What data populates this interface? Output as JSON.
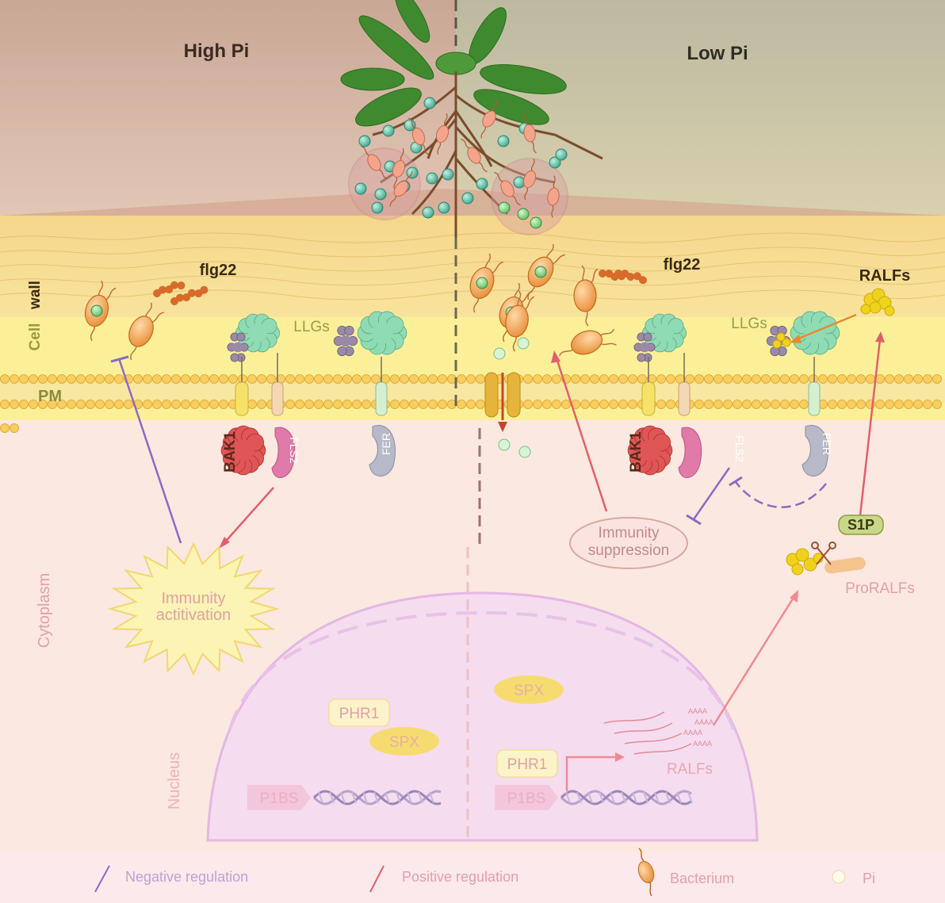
{
  "headers": {
    "high": "High Pi",
    "low": "Low Pi"
  },
  "layers": {
    "cell_wall_1": "Cell",
    "cell_wall_2": "wall",
    "pm": "PM",
    "cytoplasm": "Cytoplasm",
    "nucleus": "Nucleus"
  },
  "molecules": {
    "flg22_left": "flg22",
    "flg22_right": "flg22",
    "ralfs_top": "RALFs",
    "llgs_left": "LLGs",
    "llgs_right": "LLGs",
    "bak1_left": "BAK1",
    "fls2_left": "FLS2",
    "fer_left": "FER",
    "bak1_right": "BAK1",
    "fls2_right": "FLS2",
    "fer_right": "FER",
    "s1p": "S1P",
    "proralfs": "ProRALFs"
  },
  "processes": {
    "immunity_activation_1": "Immunity",
    "immunity_activation_2": "actitivation",
    "immunity_suppression_1": "Immunity",
    "immunity_suppression_2": "suppression"
  },
  "nucleus": {
    "phr1_left": "PHR1",
    "spx_left": "SPX",
    "p1bs_left": "P1BS",
    "spx_right": "SPX",
    "phr1_right": "PHR1",
    "p1bs_right": "P1BS",
    "polya": [
      "AAAA",
      "AAAA",
      "AAAA",
      "AAAA"
    ],
    "ralfs": "RALFs"
  },
  "legend": {
    "negative": "Negative regulation",
    "positive": "Positive regulation",
    "bacterium": "Bacterium",
    "pi": "Pi"
  },
  "colors": {
    "negative": "#8a6bc2",
    "positive": "#e0606a",
    "bacterium": "#e9892e",
    "pi": "#4fb59b",
    "bak1": "#d9484a",
    "fls2": "#e07aa8",
    "fer": "#b7b9c9",
    "llg": "#8fdcb4",
    "ralf": "#f0d21c"
  }
}
